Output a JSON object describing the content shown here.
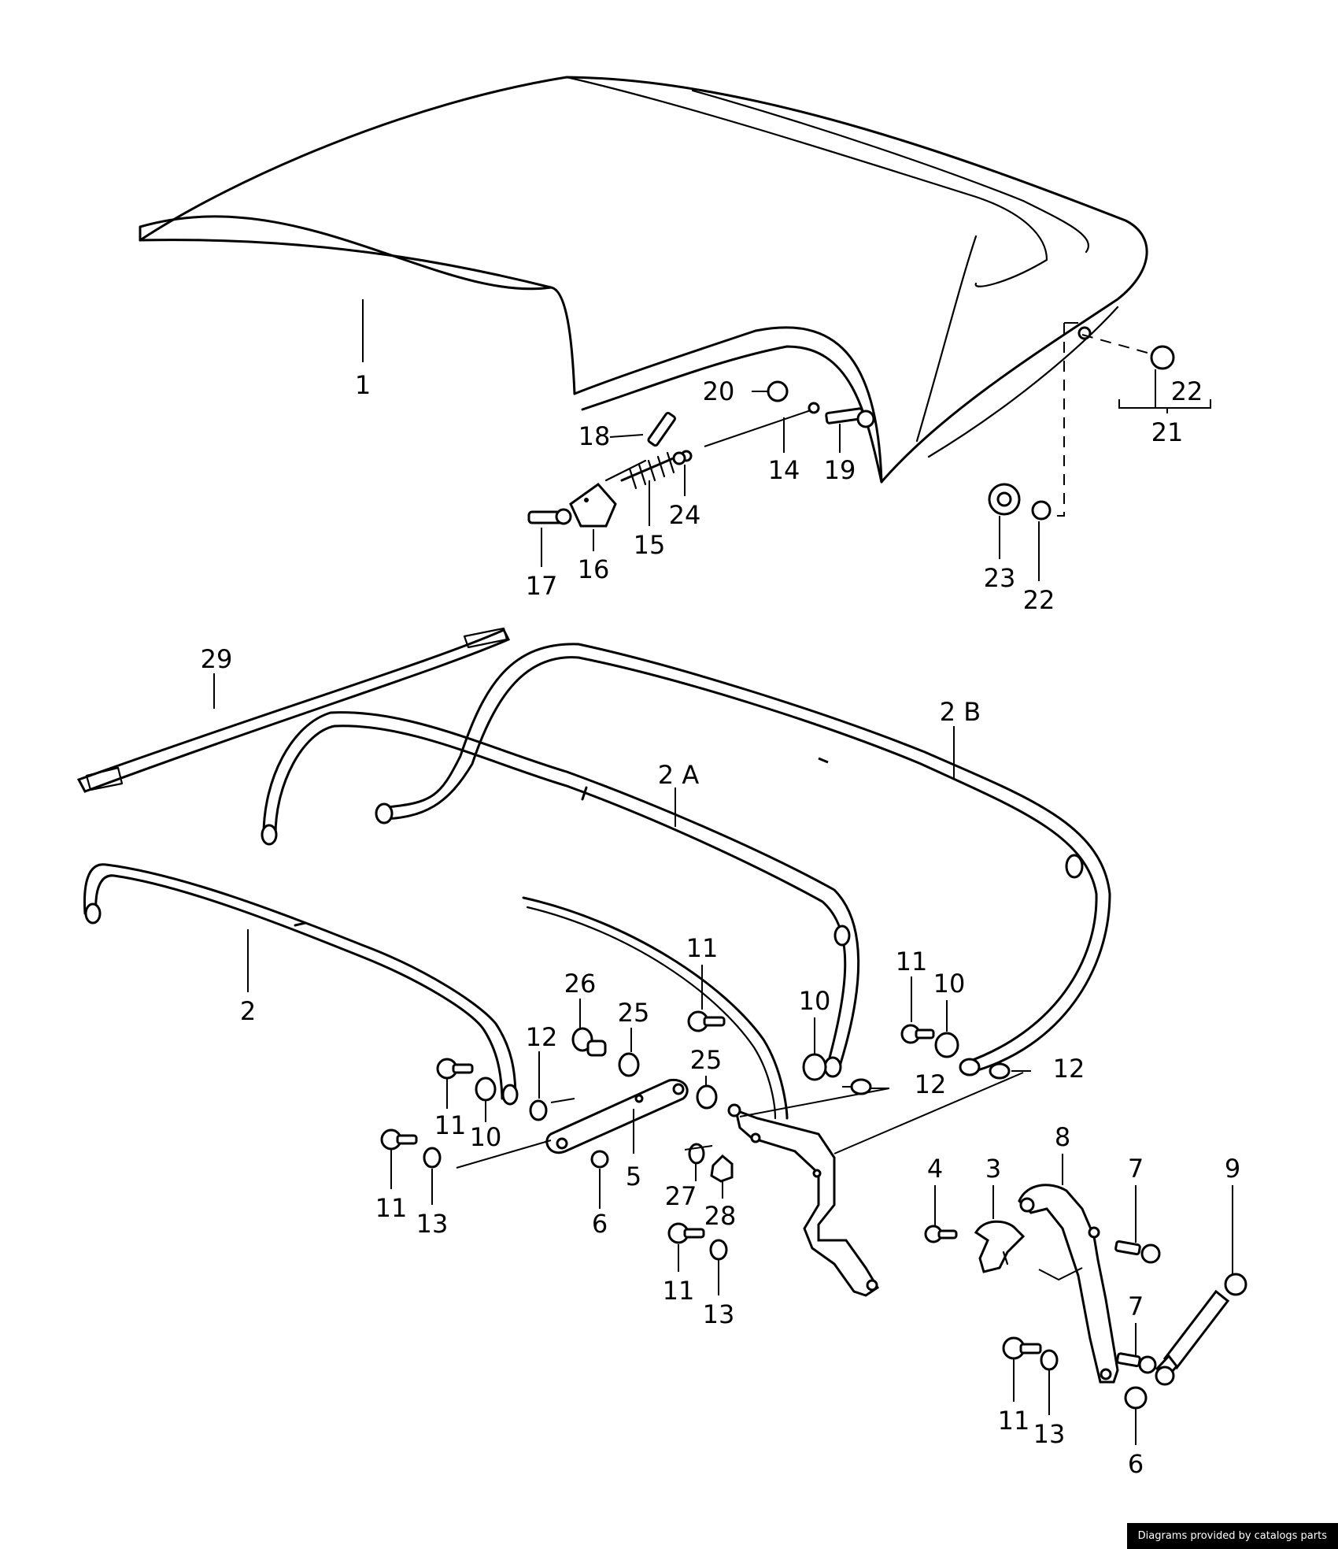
{
  "labels": {
    "l1": "1",
    "l2": "2",
    "l2a": "2 A",
    "l2b": "2 B",
    "l3": "3",
    "l4": "4",
    "l5": "5",
    "l6": "6",
    "l7": "7",
    "l8": "8",
    "l9": "9",
    "l10": "10",
    "l11": "11",
    "l12": "12",
    "l13": "13",
    "l14": "14",
    "l15": "15",
    "l16": "16",
    "l17": "17",
    "l18": "18",
    "l19": "19",
    "l20": "20",
    "l21": "21",
    "l22": "22",
    "l23": "23",
    "l24": "24",
    "l25": "25",
    "l26": "26",
    "l27": "27",
    "l28": "28",
    "l29": "29"
  },
  "footer": {
    "credit": "Diagrams provided by catalogs parts"
  }
}
